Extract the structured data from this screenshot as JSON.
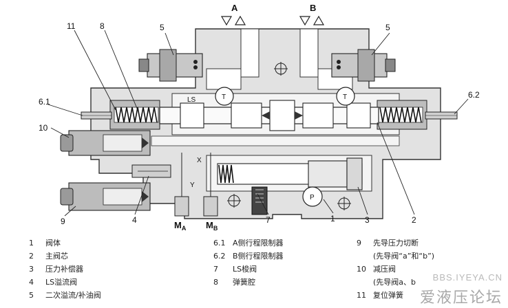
{
  "ports": {
    "a": "A",
    "b": "B",
    "ma": "M",
    "ma_sub": "A",
    "mb": "M",
    "mb_sub": "B",
    "p": "P",
    "t": "T",
    "ls": "LS",
    "x": "X",
    "y": "Y"
  },
  "callouts": [
    "11",
    "8",
    "5",
    "5",
    "6.1",
    "6.2",
    "10",
    "9",
    "4",
    "7",
    "1",
    "3",
    "2"
  ],
  "legend": {
    "col1": [
      {
        "num": "1",
        "text": "阀体"
      },
      {
        "num": "2",
        "text": "主阀芯"
      },
      {
        "num": "3",
        "text": "压力补偿器"
      },
      {
        "num": "4",
        "text": "LS溢流阀"
      },
      {
        "num": "5",
        "text": "二次溢流/补油阀"
      }
    ],
    "col2": [
      {
        "num": "6.1",
        "text": "A侧行程限制器"
      },
      {
        "num": "6.2",
        "text": "B侧行程限制器"
      },
      {
        "num": "7",
        "text": "LS梭阀"
      },
      {
        "num": "8",
        "text": "弹簧腔"
      }
    ],
    "col3": [
      {
        "num": "9",
        "text": "先导压力切断"
      },
      {
        "num": "",
        "text": "(先导阀“a”和“b”)"
      },
      {
        "num": "10",
        "text": "减压阀"
      },
      {
        "num": "",
        "text": "(先导阀a、b"
      },
      {
        "num": "11",
        "text": "复位弹簧"
      }
    ]
  },
  "watermark": {
    "line1": "BBS.IYEYA.CN",
    "line2": "爱液压论坛"
  }
}
